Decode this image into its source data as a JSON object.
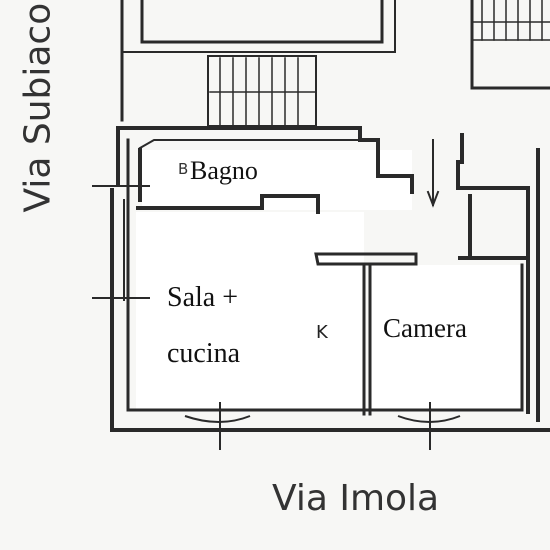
{
  "streets": {
    "left": "Via Subiaco",
    "bottom": "Via Imola"
  },
  "rooms": {
    "bagno": "Bagno",
    "bagno_marker": "B",
    "sala": [
      "Sala +",
      "cucina"
    ],
    "camera": "Camera",
    "kitchen_marker": "K"
  },
  "colors": {
    "wall": "#2a2a2a",
    "background": "#f7f7f5",
    "room_fill": "#ffffff"
  }
}
